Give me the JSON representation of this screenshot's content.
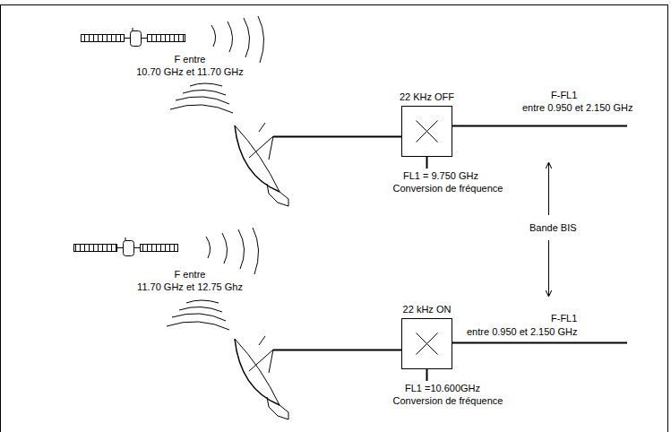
{
  "diagram": {
    "nodes": [
      {
        "text": [
          "22 KHz OFF"
        ]
      },
      {
        "text": [
          "22 kHz ON"
        ]
      }
    ],
    "labels": [
      "F entre",
      "10.70 GHz et 11.70 GHz",
      "F-FL1",
      "entre 0.950 et 2.150 GHz",
      "FL1 = 9.750 GHz",
      "Conversion de fréquence",
      "Bande BIS",
      "F entre",
      "11.70 GHz et 12.75 Ghz",
      "F-FL1",
      "entre 0.950 et 2.150 GHz",
      "FL1 =10.600GHz",
      "Conversion de fréquence"
    ]
  }
}
